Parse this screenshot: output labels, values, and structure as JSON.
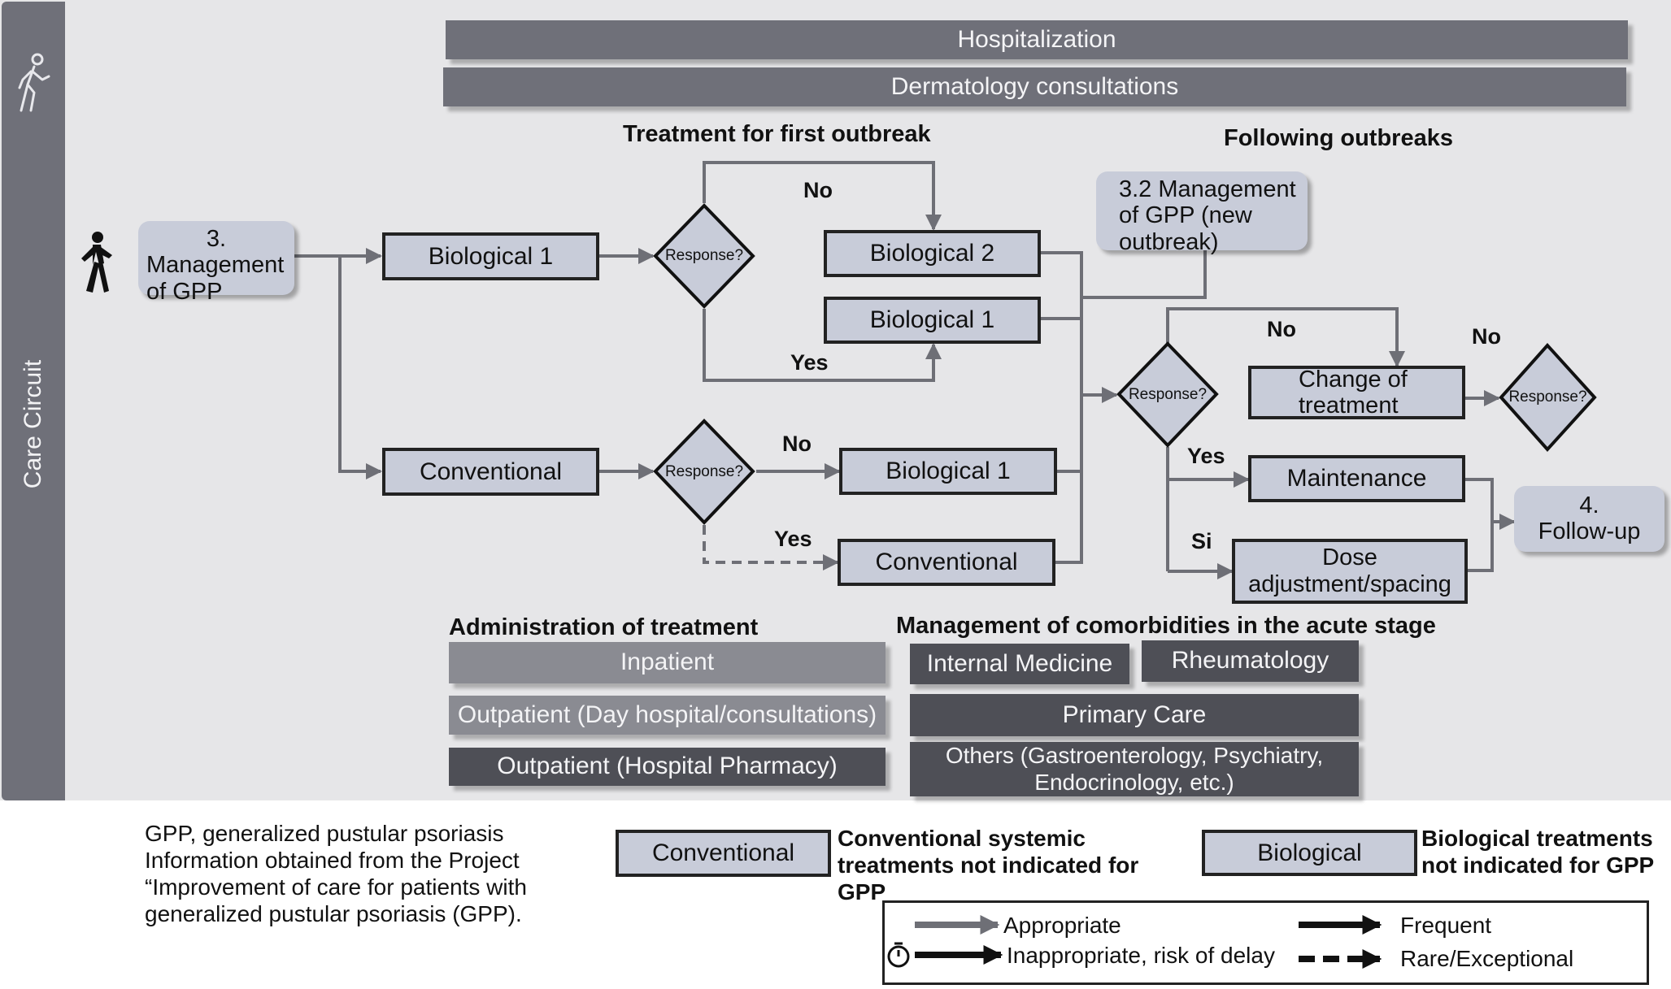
{
  "sidebar": {
    "label": "Care Circuit"
  },
  "bands": {
    "hospitalization": "Hospitalization",
    "dermatology": "Dermatology consultations"
  },
  "headings": {
    "first_outbreak": "Treatment for first outbreak",
    "following_outbreaks": "Following outbreaks",
    "administration": "Administration of treatment",
    "comorbidities": "Management of comorbidities in the acute stage"
  },
  "nodes": {
    "management": [
      "3.",
      "Management",
      "of GPP"
    ],
    "bio1_top": "Biological 1",
    "conventional_left": "Conventional",
    "response": "Response?",
    "bio2": "Biological 2",
    "bio1_mid": "Biological 1",
    "bio1_low": "Biological 1",
    "conventional_low": "Conventional",
    "management_new": [
      "3.2 Management",
      "of GPP (new",
      "outbreak)"
    ],
    "change_treatment": [
      "Change of",
      "treatment"
    ],
    "maintenance": "Maintenance",
    "dose_adjust": [
      "Dose",
      "adjustment/spacing"
    ],
    "follow_up": [
      "4.",
      "Follow-up"
    ]
  },
  "flow_labels": {
    "no": "No",
    "yes": "Yes",
    "si": "Si"
  },
  "administration": {
    "inpatient": "Inpatient",
    "outpatient_day": "Outpatient (Day hospital/consultations)",
    "outpatient_pharmacy": "Outpatient (Hospital Pharmacy)"
  },
  "comorbidities": {
    "internal_medicine": "Internal Medicine",
    "rheumatology": "Rheumatology",
    "primary_care": "Primary Care",
    "others": [
      "Others (Gastroenterology, Psychiatry,",
      "Endocrinology, etc.)"
    ]
  },
  "footnote": [
    "GPP, generalized pustular psoriasis",
    "Information obtained from the Project",
    "“Improvement of care for patients with",
    "generalized pustular psoriasis (GPP)."
  ],
  "legend": {
    "conventional_box": "Conventional",
    "conventional_desc": [
      "Conventional systemic",
      "treatments not indicated for",
      "GPP"
    ],
    "biological_box": "Biological",
    "biological_desc": [
      "Biological treatments",
      "not indicated for GPP"
    ],
    "appropriate": "Appropriate",
    "inappropriate": "Inappropriate, risk of delay",
    "frequent": "Frequent",
    "rare": "Rare/Exceptional"
  },
  "colors": {
    "panel": "#e6e6e8",
    "band_mid": "#6f7079",
    "box_fill": "#c8ccd9",
    "gray_arrow": "#6e6f76",
    "black_arrow": "#111111"
  }
}
